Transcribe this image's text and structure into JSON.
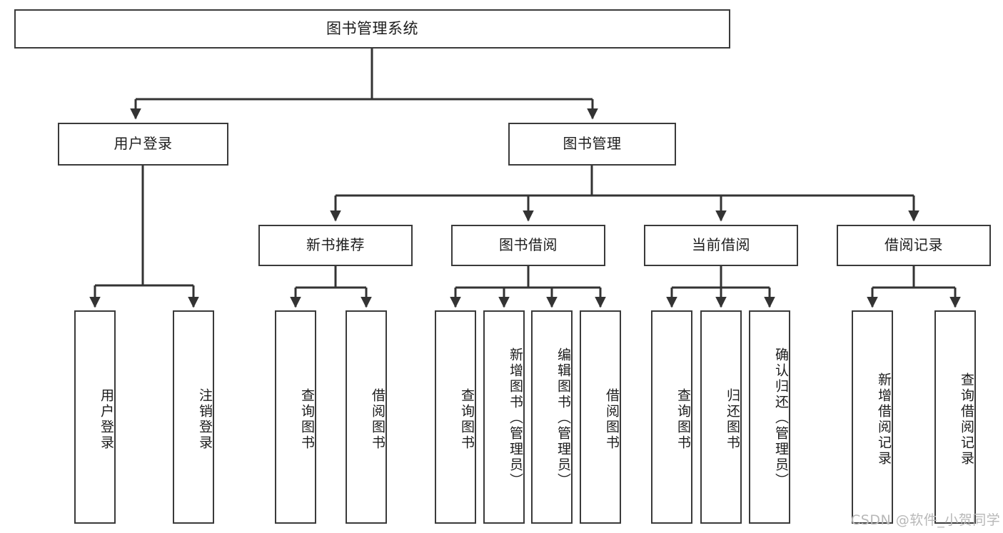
{
  "diagram": {
    "type": "tree-hierarchy",
    "title": "图书管理系统",
    "watermark": "CSDN @软件_小贺同学",
    "colors": {
      "box_border": "#3a3a3a",
      "box_fill": "#ffffff",
      "connector": "#333333",
      "text": "#1c1c1c",
      "watermark": "#b8b8b8",
      "background": "#ffffff"
    },
    "levels": {
      "root": [
        "图书管理系统"
      ],
      "level2": [
        "用户登录",
        "图书管理"
      ],
      "level3": [
        "新书推荐",
        "图书借阅",
        "当前借阅",
        "借阅记录"
      ],
      "leaves": [
        "用户登录",
        "注销登录",
        "查询图书",
        "借阅图书",
        "查询图书",
        "新增图书（管理员）",
        "编辑图书（管理员）",
        "借阅图书",
        "查询图书",
        "归还图书",
        "确认归还（管理员）",
        "新增借阅记录",
        "查询借阅记录"
      ]
    },
    "nodes": {
      "root": {
        "label": "图书管理系统"
      },
      "user_login": {
        "label": "用户登录"
      },
      "book_manage": {
        "label": "图书管理"
      },
      "new_book_rec": {
        "label": "新书推荐"
      },
      "book_borrow": {
        "label": "图书借阅"
      },
      "current_borrow": {
        "label": "当前借阅"
      },
      "borrow_record": {
        "label": "借阅记录"
      },
      "leaf_user_login": {
        "label": "用户登录"
      },
      "leaf_logout": {
        "label": "注销登录"
      },
      "leaf_query_book_1": {
        "label": "查询图书"
      },
      "leaf_borrow_book_1": {
        "label": "借阅图书"
      },
      "leaf_query_book_2": {
        "label": "查询图书"
      },
      "leaf_add_book": {
        "label": "新增图书（管理员）"
      },
      "leaf_edit_book": {
        "label": "编辑图书（管理员）"
      },
      "leaf_borrow_book_2": {
        "label": "借阅图书"
      },
      "leaf_query_book_3": {
        "label": "查询图书"
      },
      "leaf_return_book": {
        "label": "归还图书"
      },
      "leaf_confirm_return": {
        "label": "确认归还（管理员）"
      },
      "leaf_add_record": {
        "label": "新增借阅记录"
      },
      "leaf_query_record": {
        "label": "查询借阅记录"
      }
    },
    "edges": [
      {
        "from": "root",
        "to": "user_login"
      },
      {
        "from": "root",
        "to": "book_manage"
      },
      {
        "from": "user_login",
        "to": "leaf_user_login"
      },
      {
        "from": "user_login",
        "to": "leaf_logout"
      },
      {
        "from": "book_manage",
        "to": "new_book_rec"
      },
      {
        "from": "book_manage",
        "to": "book_borrow"
      },
      {
        "from": "book_manage",
        "to": "current_borrow"
      },
      {
        "from": "book_manage",
        "to": "borrow_record"
      },
      {
        "from": "new_book_rec",
        "to": "leaf_query_book_1"
      },
      {
        "from": "new_book_rec",
        "to": "leaf_borrow_book_1"
      },
      {
        "from": "book_borrow",
        "to": "leaf_query_book_2"
      },
      {
        "from": "book_borrow",
        "to": "leaf_add_book"
      },
      {
        "from": "book_borrow",
        "to": "leaf_edit_book"
      },
      {
        "from": "book_borrow",
        "to": "leaf_borrow_book_2"
      },
      {
        "from": "current_borrow",
        "to": "leaf_query_book_3"
      },
      {
        "from": "current_borrow",
        "to": "leaf_return_book"
      },
      {
        "from": "current_borrow",
        "to": "leaf_confirm_return"
      },
      {
        "from": "borrow_record",
        "to": "leaf_add_record"
      },
      {
        "from": "borrow_record",
        "to": "leaf_query_record"
      }
    ]
  }
}
